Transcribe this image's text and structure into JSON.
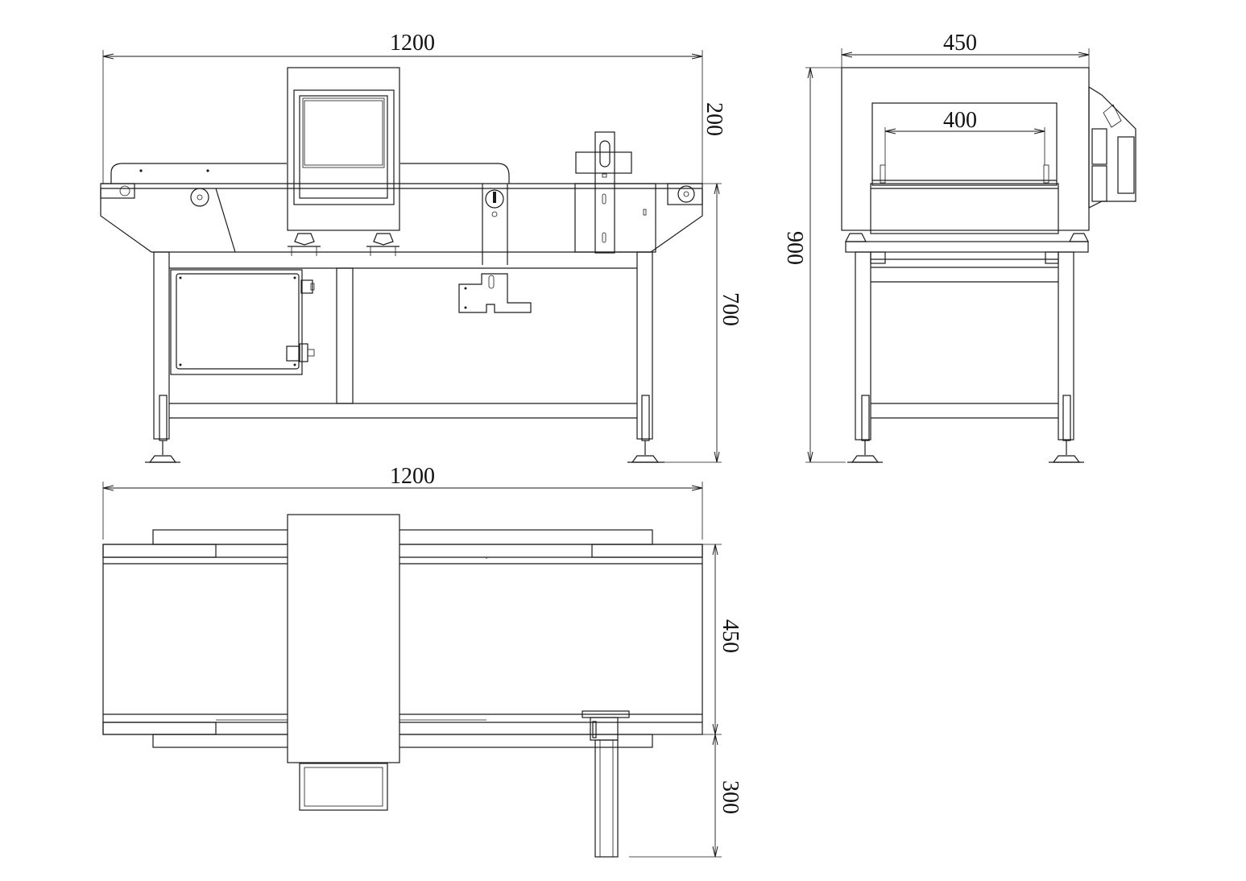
{
  "front_view": {
    "width_label": "1200",
    "detector_height_label": "200",
    "table_height_label": "700"
  },
  "side_view": {
    "width_label": "450",
    "aperture_label": "400",
    "total_height_label": "900"
  },
  "top_view": {
    "length_label": "1200",
    "belt_width_label": "450",
    "reject_arm_label": "300"
  }
}
